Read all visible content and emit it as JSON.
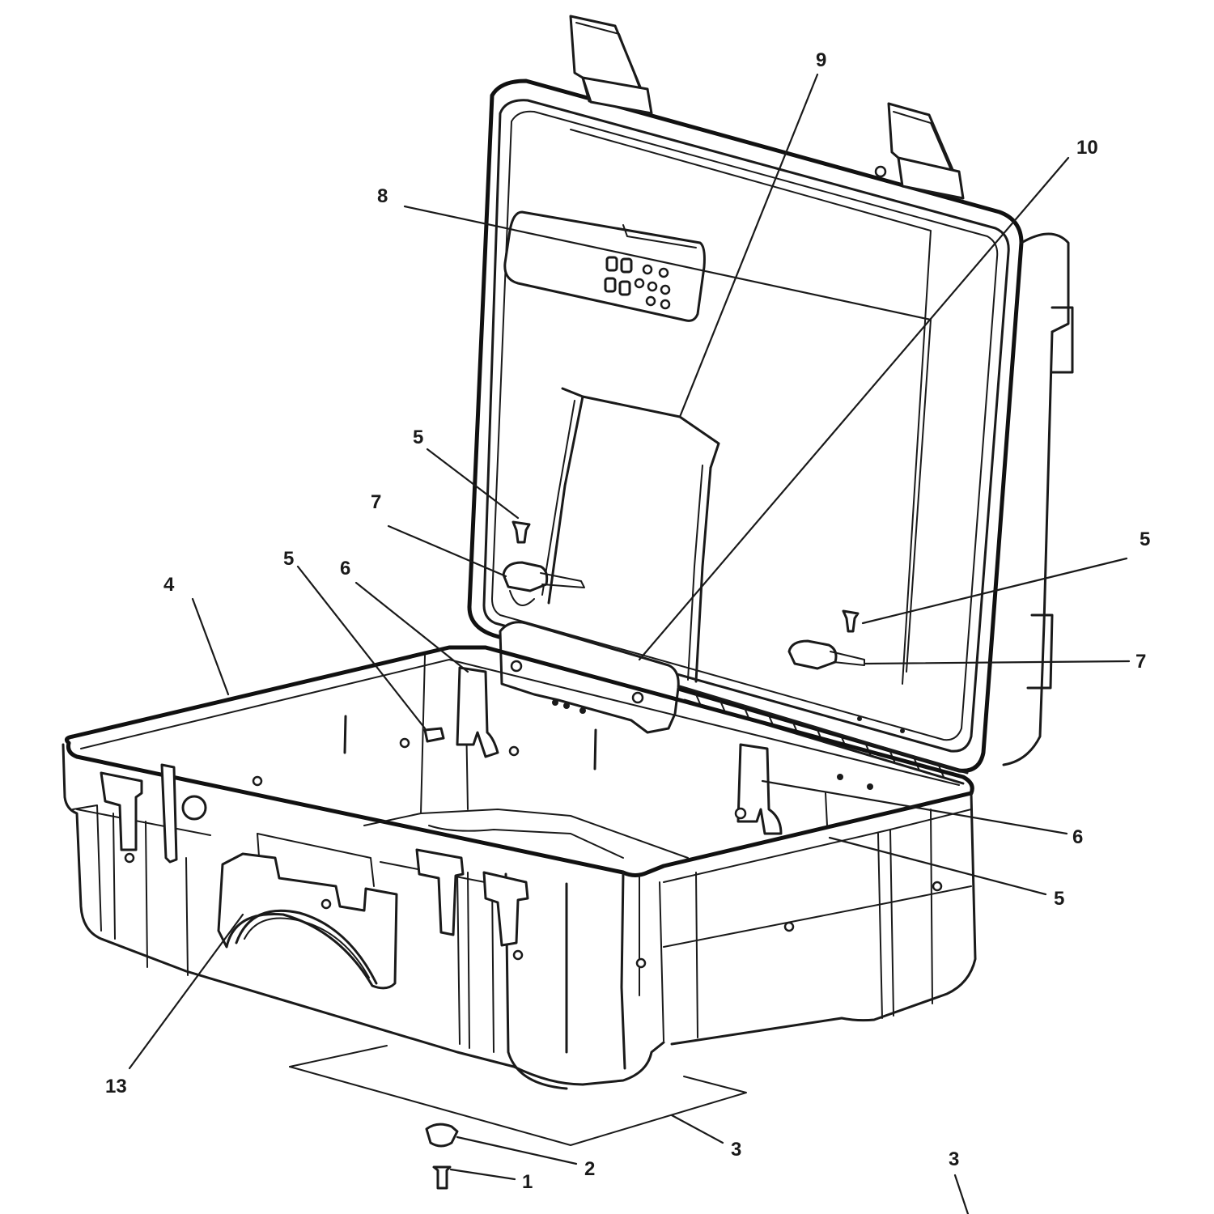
{
  "callouts": [
    {
      "id": "c1",
      "label": "1"
    },
    {
      "id": "c2",
      "label": "2"
    },
    {
      "id": "c3a",
      "label": "3"
    },
    {
      "id": "c3b",
      "label": "3"
    },
    {
      "id": "c4",
      "label": "4"
    },
    {
      "id": "c5a",
      "label": "5"
    },
    {
      "id": "c5b",
      "label": "5"
    },
    {
      "id": "c5c",
      "label": "5"
    },
    {
      "id": "c5d",
      "label": "5"
    },
    {
      "id": "c6a",
      "label": "6"
    },
    {
      "id": "c6b",
      "label": "6"
    },
    {
      "id": "c7a",
      "label": "7"
    },
    {
      "id": "c7b",
      "label": "7"
    },
    {
      "id": "c8",
      "label": "8"
    },
    {
      "id": "c9",
      "label": "9"
    },
    {
      "id": "c10",
      "label": "10"
    },
    {
      "id": "c13",
      "label": "13"
    }
  ],
  "colors": {
    "ink": "#1a1a1a",
    "background": "#ffffff"
  }
}
